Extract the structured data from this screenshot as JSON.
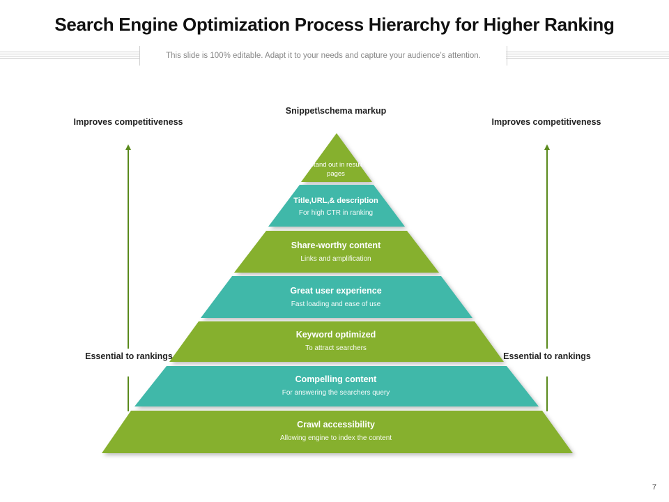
{
  "header": {
    "title": "Search Engine Optimization Process Hierarchy for Higher Ranking",
    "subtitle": "This slide is 100% editable. Adapt it to your needs and capture your audience’s attention."
  },
  "left_axis": {
    "top_label": "Improves competitiveness",
    "bottom_label": "Essential to rankings"
  },
  "right_axis": {
    "top_label": "Improves competitiveness",
    "bottom_label": "Essential to rankings"
  },
  "pyramid": {
    "apex_label": "Snippet\\schema markup",
    "apex_text": "Stand out in result pages",
    "tiers": [
      {
        "title": "Title,URL,& description",
        "subtitle": "For high CTR in ranking",
        "color": "#41b8a9"
      },
      {
        "title": "Share-worthy content",
        "subtitle": "Links and amplification",
        "color": "#86b02d"
      },
      {
        "title": "Great user experience",
        "subtitle": "Fast loading and ease of use",
        "color": "#41b8a9"
      },
      {
        "title": "Keyword optimized",
        "subtitle": "To attract searchers",
        "color": "#86b02d"
      },
      {
        "title": "Compelling content",
        "subtitle": "For answering the searchers query",
        "color": "#41b8a9"
      },
      {
        "title": "Crawl accessibility",
        "subtitle": "Allowing engine to index the content",
        "color": "#86b02d"
      }
    ],
    "apex_color": "#86b02d"
  },
  "footer": {
    "page_number": "7"
  }
}
